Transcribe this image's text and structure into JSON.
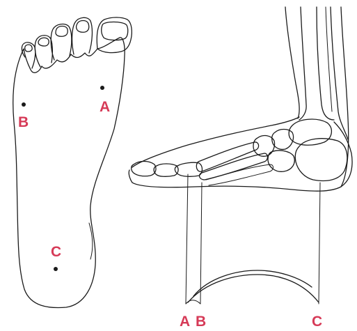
{
  "labels": {
    "sole_a": "A",
    "sole_b": "B",
    "sole_c": "C",
    "arch_a": "A",
    "arch_b": "B",
    "arch_c": "C"
  },
  "colors": {
    "label": "#d63a57",
    "ink": "#1a1a1a",
    "background": "#ffffff"
  }
}
